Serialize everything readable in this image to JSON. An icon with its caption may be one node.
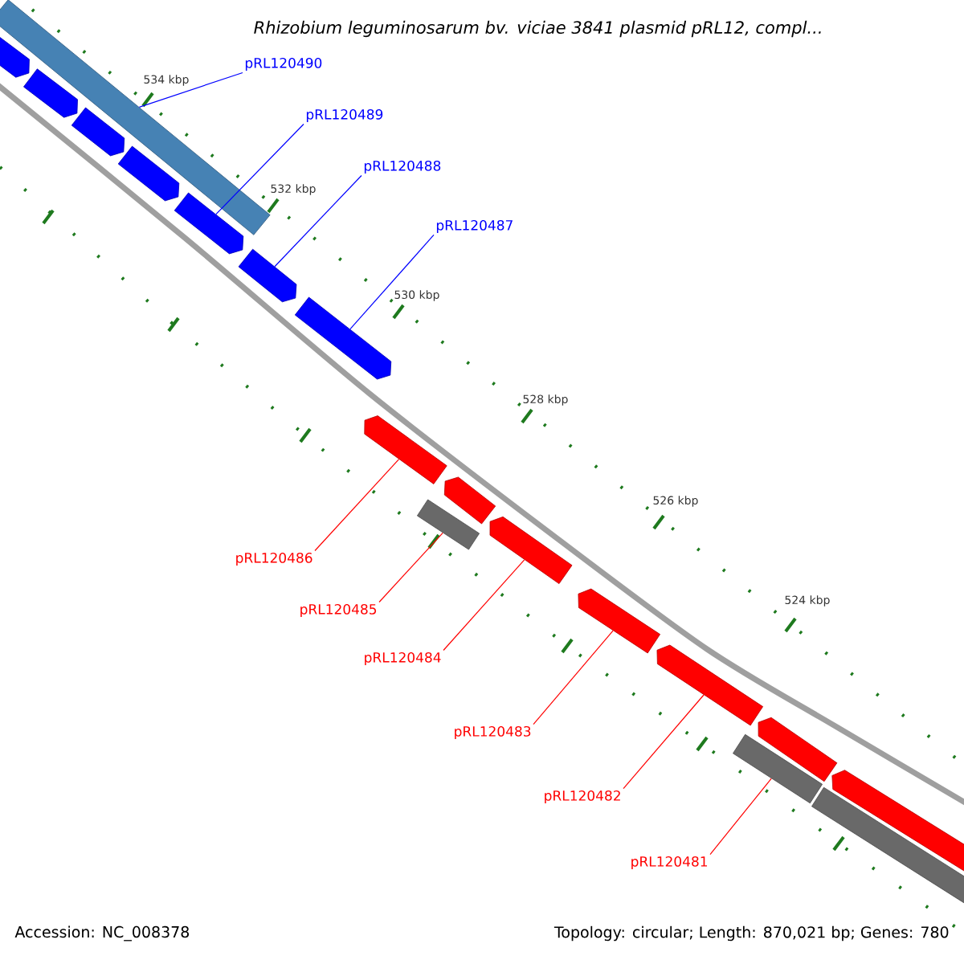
{
  "diagram": {
    "title": "Rhizobium leguminosarum bv. viciae 3841 plasmid pRL12, compl...",
    "nodes": [
      {
        "text": [],
        "shape": "bar"
      },
      {
        "text": [],
        "shape": "pentagon"
      },
      {
        "text": [],
        "shape": "pentagon"
      },
      {
        "text": [],
        "shape": "pentagon"
      },
      {
        "text": [],
        "shape": "pentagon"
      },
      {
        "text": [],
        "shape": "pentagon"
      },
      {
        "text": [],
        "shape": "pentagon"
      },
      {
        "text": [],
        "shape": "pentagon"
      },
      {
        "text": [],
        "shape": "pentagon"
      },
      {
        "text": [],
        "shape": "bar"
      },
      {
        "text": [],
        "shape": "pentagon"
      },
      {
        "text": [],
        "shape": "pentagon"
      },
      {
        "text": [],
        "shape": "pentagon"
      },
      {
        "text": [],
        "shape": "pentagon"
      },
      {
        "text": [],
        "shape": "bar"
      },
      {
        "text": [],
        "shape": "pentagon"
      },
      {
        "text": [],
        "shape": "bar"
      },
      {
        "text": [],
        "shape": "pentagon"
      },
      {
        "text": [
          "pRL120490"
        ]
      },
      {
        "text": [
          "pRL120489"
        ]
      },
      {
        "text": [
          "pRL120488"
        ]
      },
      {
        "text": [
          "pRL120487"
        ]
      },
      {
        "text": [
          "pRL120486"
        ]
      },
      {
        "text": [
          "pRL120485"
        ]
      },
      {
        "text": [
          "pRL120484"
        ]
      },
      {
        "text": [
          "pRL120483"
        ]
      },
      {
        "text": [
          "pRL120482"
        ]
      },
      {
        "text": [
          "pRL120481"
        ]
      }
    ],
    "edges": [
      {
        "from": 18,
        "to": 0,
        "arrow": "none",
        "color": "#0000ff"
      },
      {
        "from": 19,
        "to": 5,
        "arrow": "none",
        "color": "#0000ff"
      },
      {
        "from": 20,
        "to": 6,
        "arrow": "none",
        "color": "#0000ff"
      },
      {
        "from": 21,
        "to": 7,
        "arrow": "none",
        "color": "#0000ff"
      },
      {
        "from": 22,
        "to": 8,
        "arrow": "none"
      },
      {
        "from": 23,
        "to": 9,
        "arrow": "none"
      },
      {
        "from": 24,
        "to": 11,
        "arrow": "none"
      },
      {
        "from": 25,
        "to": 12,
        "arrow": "none"
      },
      {
        "from": 26,
        "to": 13,
        "arrow": "none"
      },
      {
        "from": 27,
        "to": 14,
        "arrow": "none"
      }
    ],
    "labels": [
      "534 kbp",
      "532 kbp",
      "530 kbp",
      "528 kbp",
      "526 kbp",
      "524 kbp",
      "Accession: NC_008378",
      "Topology: circular; Length: 870,021 bp; Genes: 780"
    ]
  }
}
